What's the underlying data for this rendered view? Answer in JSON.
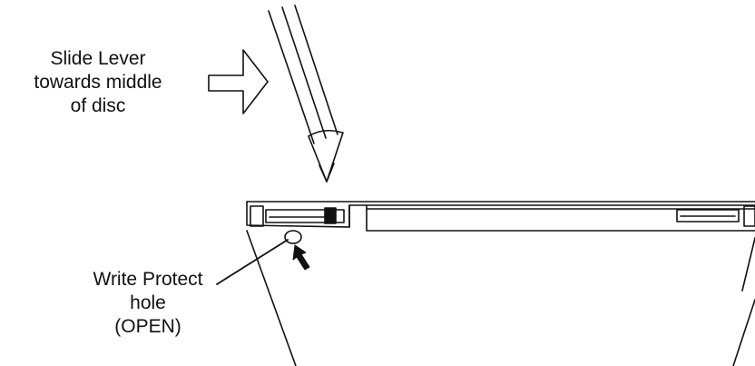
{
  "labels": {
    "slide_lever": [
      "Slide Lever",
      "towards middle",
      "of disc"
    ],
    "write_protect": [
      "Write Protect",
      "hole",
      "(OPEN)"
    ]
  },
  "colors": {
    "ink": "#111111",
    "background": "#ffffff"
  }
}
